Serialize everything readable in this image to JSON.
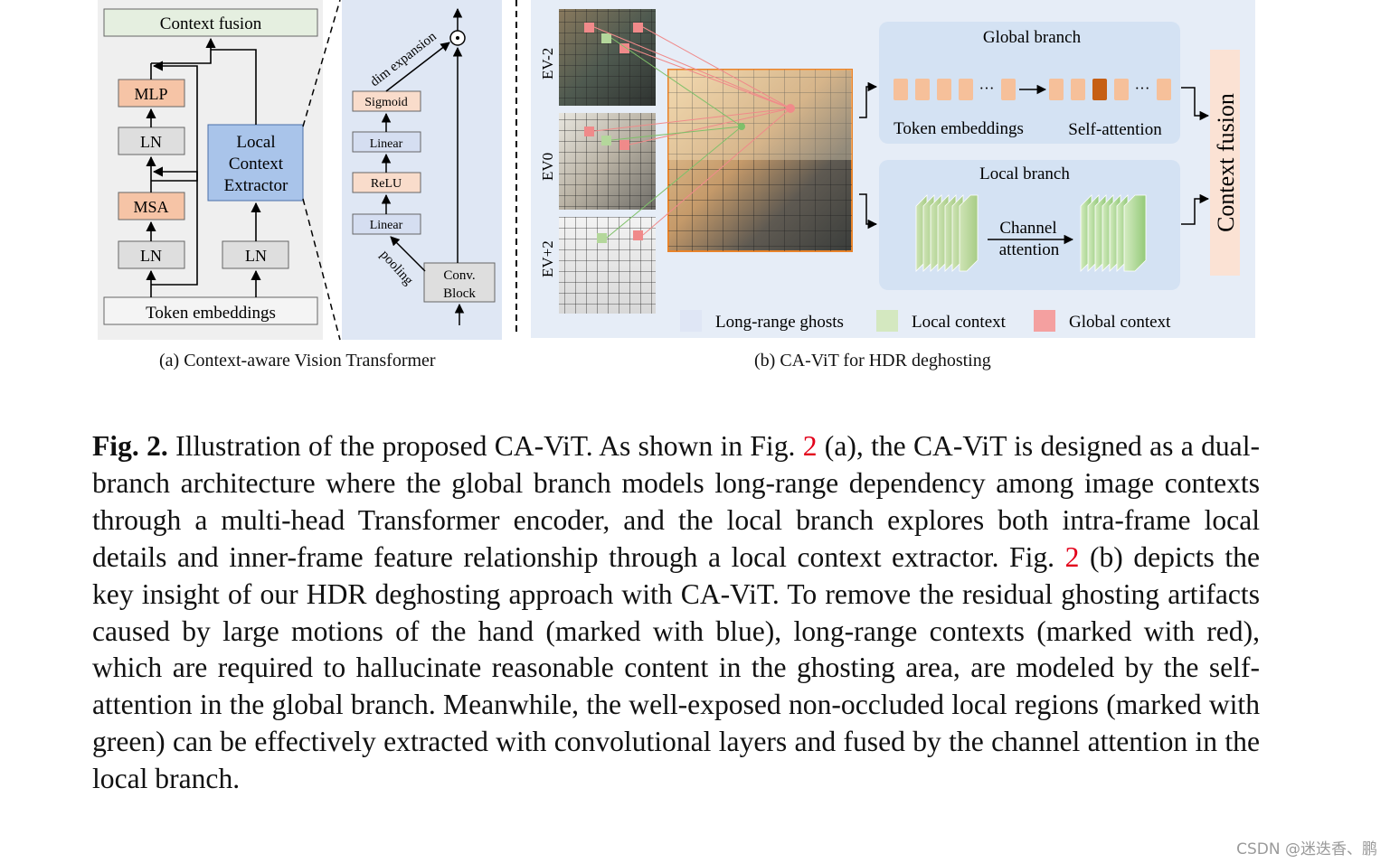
{
  "panel_a": {
    "context_fusion": "Context fusion",
    "mlp": "MLP",
    "ln_top": "LN",
    "msa": "MSA",
    "ln_bottom": "LN",
    "token_embeddings": "Token embeddings",
    "local_context_extractor": [
      "Local",
      "Context",
      "Extractor"
    ],
    "ln_right": "LN",
    "sigmoid": "Sigmoid",
    "linear_top": "Linear",
    "relu": "ReLU",
    "linear_bottom": "Linear",
    "conv_block": [
      "Conv.",
      "Block"
    ],
    "dim_expansion": "dim expansion",
    "pooling": "pooling",
    "multiply_symbol": "⊙",
    "caption": "(a) Context-aware Vision Transformer"
  },
  "panel_b": {
    "ev_labels": [
      "EV-2",
      "EV0",
      "EV+2"
    ],
    "global_branch": "Global branch",
    "token_embeddings": "Token embeddings",
    "self_attention": "Self-attention",
    "ellipsis": "···",
    "local_branch": "Local branch",
    "channel_attention": [
      "Channel",
      "attention"
    ],
    "context_fusion": "Context fusion",
    "legend": [
      {
        "label": "Long-range ghosts",
        "color": "#dfe6f5"
      },
      {
        "label": "Local context",
        "color": "#d4e8c0"
      },
      {
        "label": "Global context",
        "color": "#f4a0a0"
      }
    ],
    "caption": "(b) CA-ViT for HDR deghosting"
  },
  "colors": {
    "panel_gray": "#efefef",
    "panel_blue": "#dfe7f4",
    "orange_box": "#f6c4a6",
    "gray_box": "#dedede",
    "extractor_blue": "#a9c4ea",
    "fusion_green": "#e5efe0",
    "peach": "#f9dccb",
    "token_light": "#f6c09a",
    "token_dark": "#c65f14",
    "ref_red": "#e2001a"
  },
  "caption": {
    "label": "Fig. 2.",
    "parts": [
      " Illustration of the proposed CA-ViT. As shown in Fig. ",
      " (a), the CA-ViT is designed as a dual-branch architecture where the global branch models long-range dependency among image contexts through a multi-head Transformer encoder, and the local branch explores both intra-frame local details and inner-frame feature relationship through a local context extractor. Fig. ",
      " (b) depicts the key insight of our HDR deghosting approach with CA-ViT. To remove the residual ghosting artifacts caused by large motions of the hand (marked with blue), long-range contexts (marked with red), which are required to hallucinate reasonable content in the ghosting area, are modeled by the self-attention in the global branch. Meanwhile, the well-exposed non-occluded local regions (marked with green) can be effectively extracted with convolutional layers and fused by the channel attention in the local branch."
    ],
    "ref": "2"
  },
  "watermark": "CSDN @迷迭香、鹏"
}
